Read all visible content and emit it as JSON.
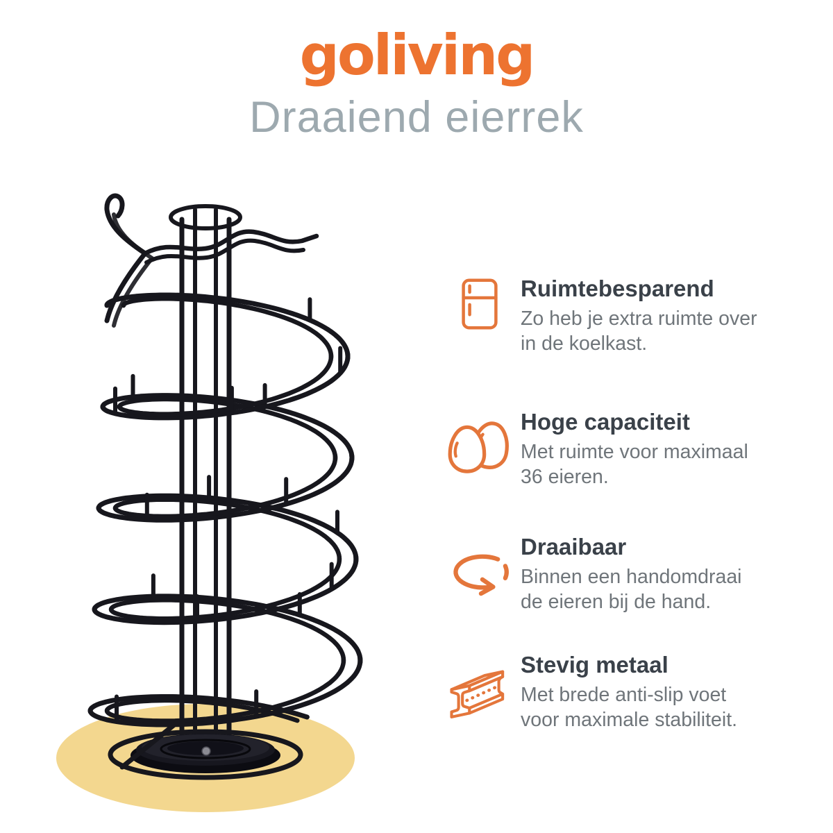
{
  "header": {
    "brand": "goliving",
    "subtitle": "Draaiend eierrek"
  },
  "features": [
    {
      "icon": "fridge-icon",
      "title": "Ruimtebesparend",
      "body": "Zo heb je extra ruimte over\nin de koelkast."
    },
    {
      "icon": "eggs-icon",
      "title": "Hoge capaciteit",
      "body": "Met ruimte voor maximaal\n36 eieren."
    },
    {
      "icon": "rotate-icon",
      "title": "Draaibaar",
      "body": "Binnen een handomdraai\nde eieren bij de hand."
    },
    {
      "icon": "ibeam-icon",
      "title": "Stevig metaal",
      "body": "Met brede anti-slip voet\nvoor maximale stabiliteit."
    }
  ],
  "product": {
    "description": "Zwart draaiend spiraal eierrek op ronde voet",
    "max_eggs": "36"
  },
  "colors": {
    "brand_orange": "#ED7330",
    "icon_orange": "#E4763B",
    "title_charcoal": "#3A4149",
    "body_gray": "#6F757A",
    "subtitle_gray": "#9DA9AF",
    "wire_black": "#17171D",
    "base_spot_yellow": "#F3D78F",
    "background": "#FFFFFF"
  }
}
